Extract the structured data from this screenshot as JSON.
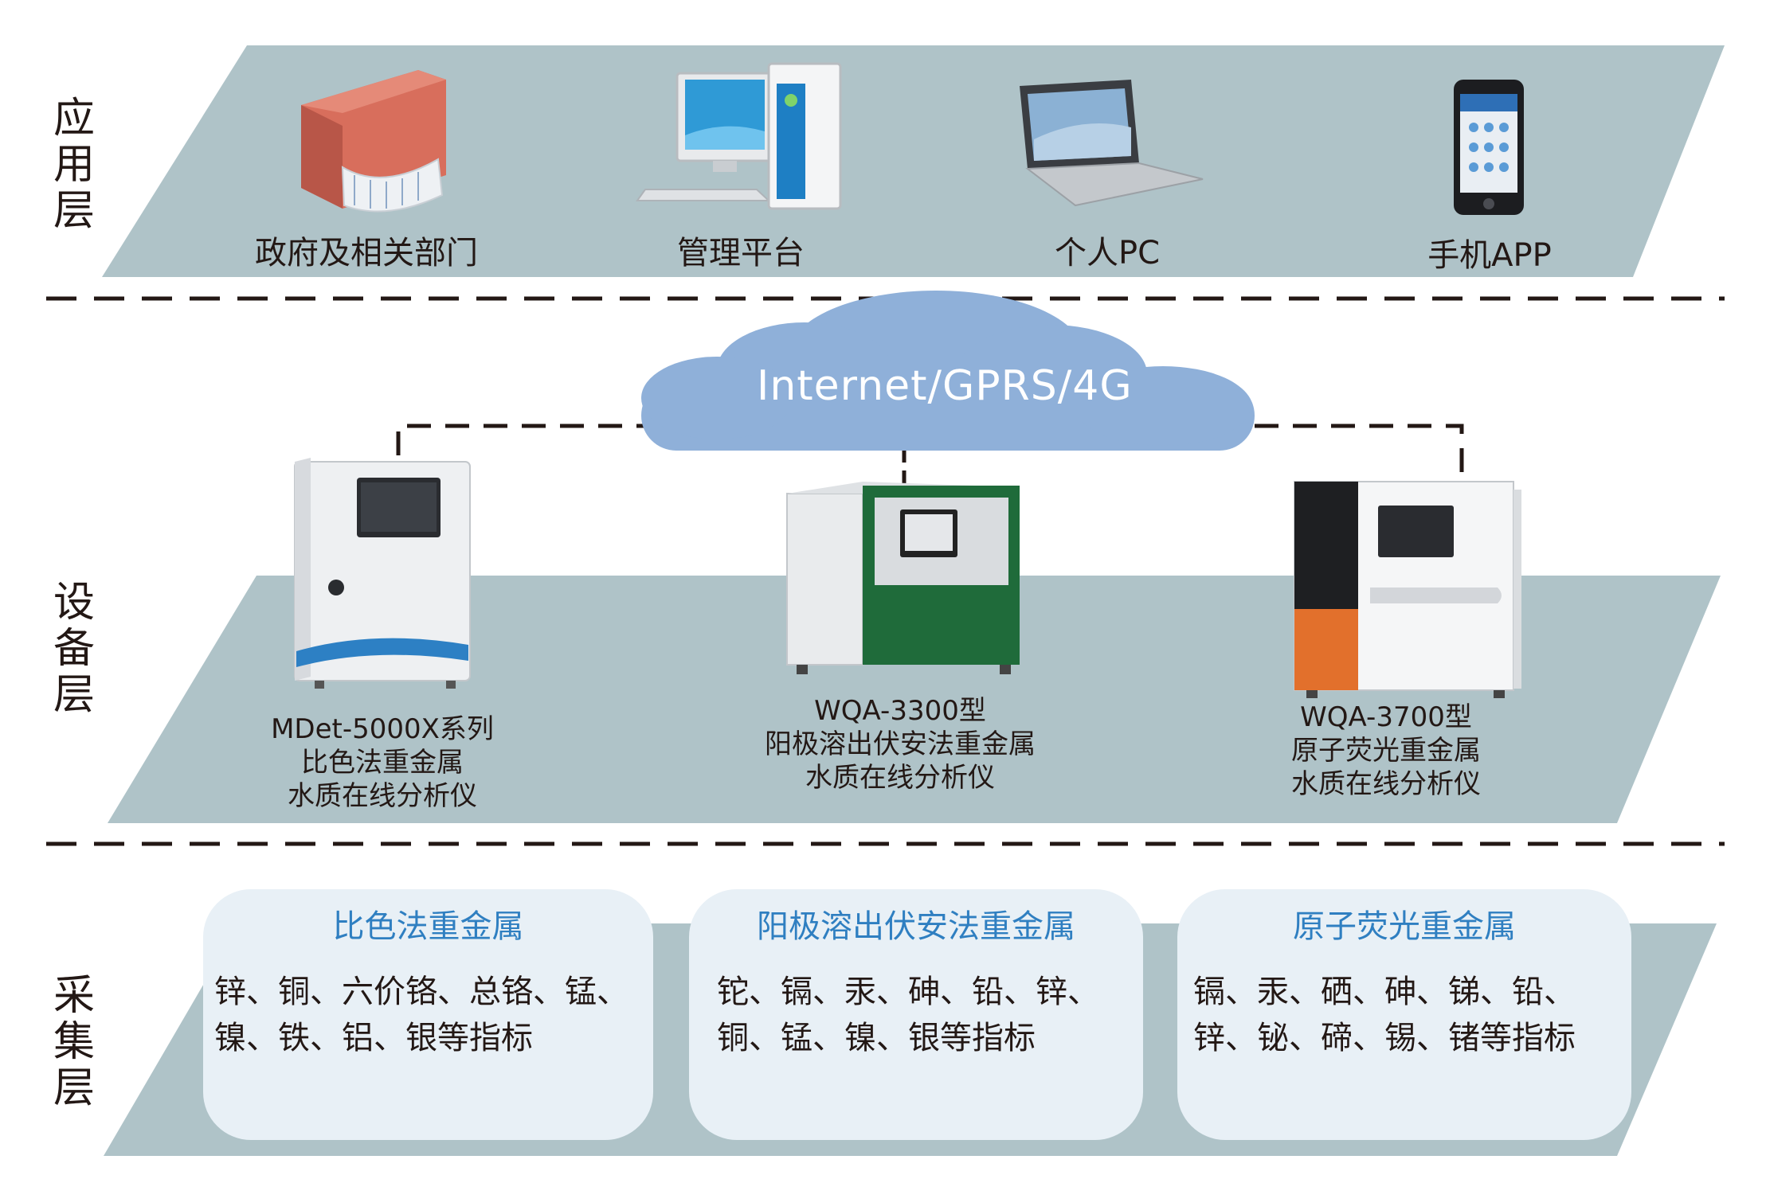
{
  "layers": {
    "application": "应用层",
    "device": "设备层",
    "collection": "采集层"
  },
  "application_items": [
    {
      "label": "政府及相关部门",
      "icon": "government-building-icon"
    },
    {
      "label": "管理平台",
      "icon": "desktop-computer-icon"
    },
    {
      "label": "个人PC",
      "icon": "laptop-icon"
    },
    {
      "label": "手机APP",
      "icon": "smartphone-icon"
    }
  ],
  "network": {
    "label": "Internet/GPRS/4G",
    "icon": "cloud-icon"
  },
  "devices": [
    {
      "line1": "MDet-5000X系列",
      "line2": "比色法重金属",
      "line3": "水质在线分析仪"
    },
    {
      "line1": "WQA-3300型",
      "line2": "阳极溶出伏安法重金属",
      "line3": "水质在线分析仪"
    },
    {
      "line1": "WQA-3700型",
      "line2": "原子荧光重金属",
      "line3": "水质在线分析仪"
    }
  ],
  "methods": [
    {
      "title": "比色法重金属",
      "line1": "锌、铜、六价铬、总铬、锰、",
      "line2": "镍、铁、铝、银等指标"
    },
    {
      "title": "阳极溶出伏安法重金属",
      "line1": "铊、镉、汞、砷、铅、锌、",
      "line2": "铜、锰、镍、银等指标"
    },
    {
      "title": "原子荧光重金属",
      "line1": "镉、汞、硒、砷、锑、铅、",
      "line2": "锌、铋、碲、锡、锗等指标"
    }
  ],
  "colors": {
    "band": "#afc3c8",
    "cloud": "#8fb0d9",
    "card": "#e8f0f6",
    "card_title": "#2f7fc1",
    "text": "#231815",
    "device_green": "#1f6b3a",
    "device_orange": "#e2702c"
  }
}
